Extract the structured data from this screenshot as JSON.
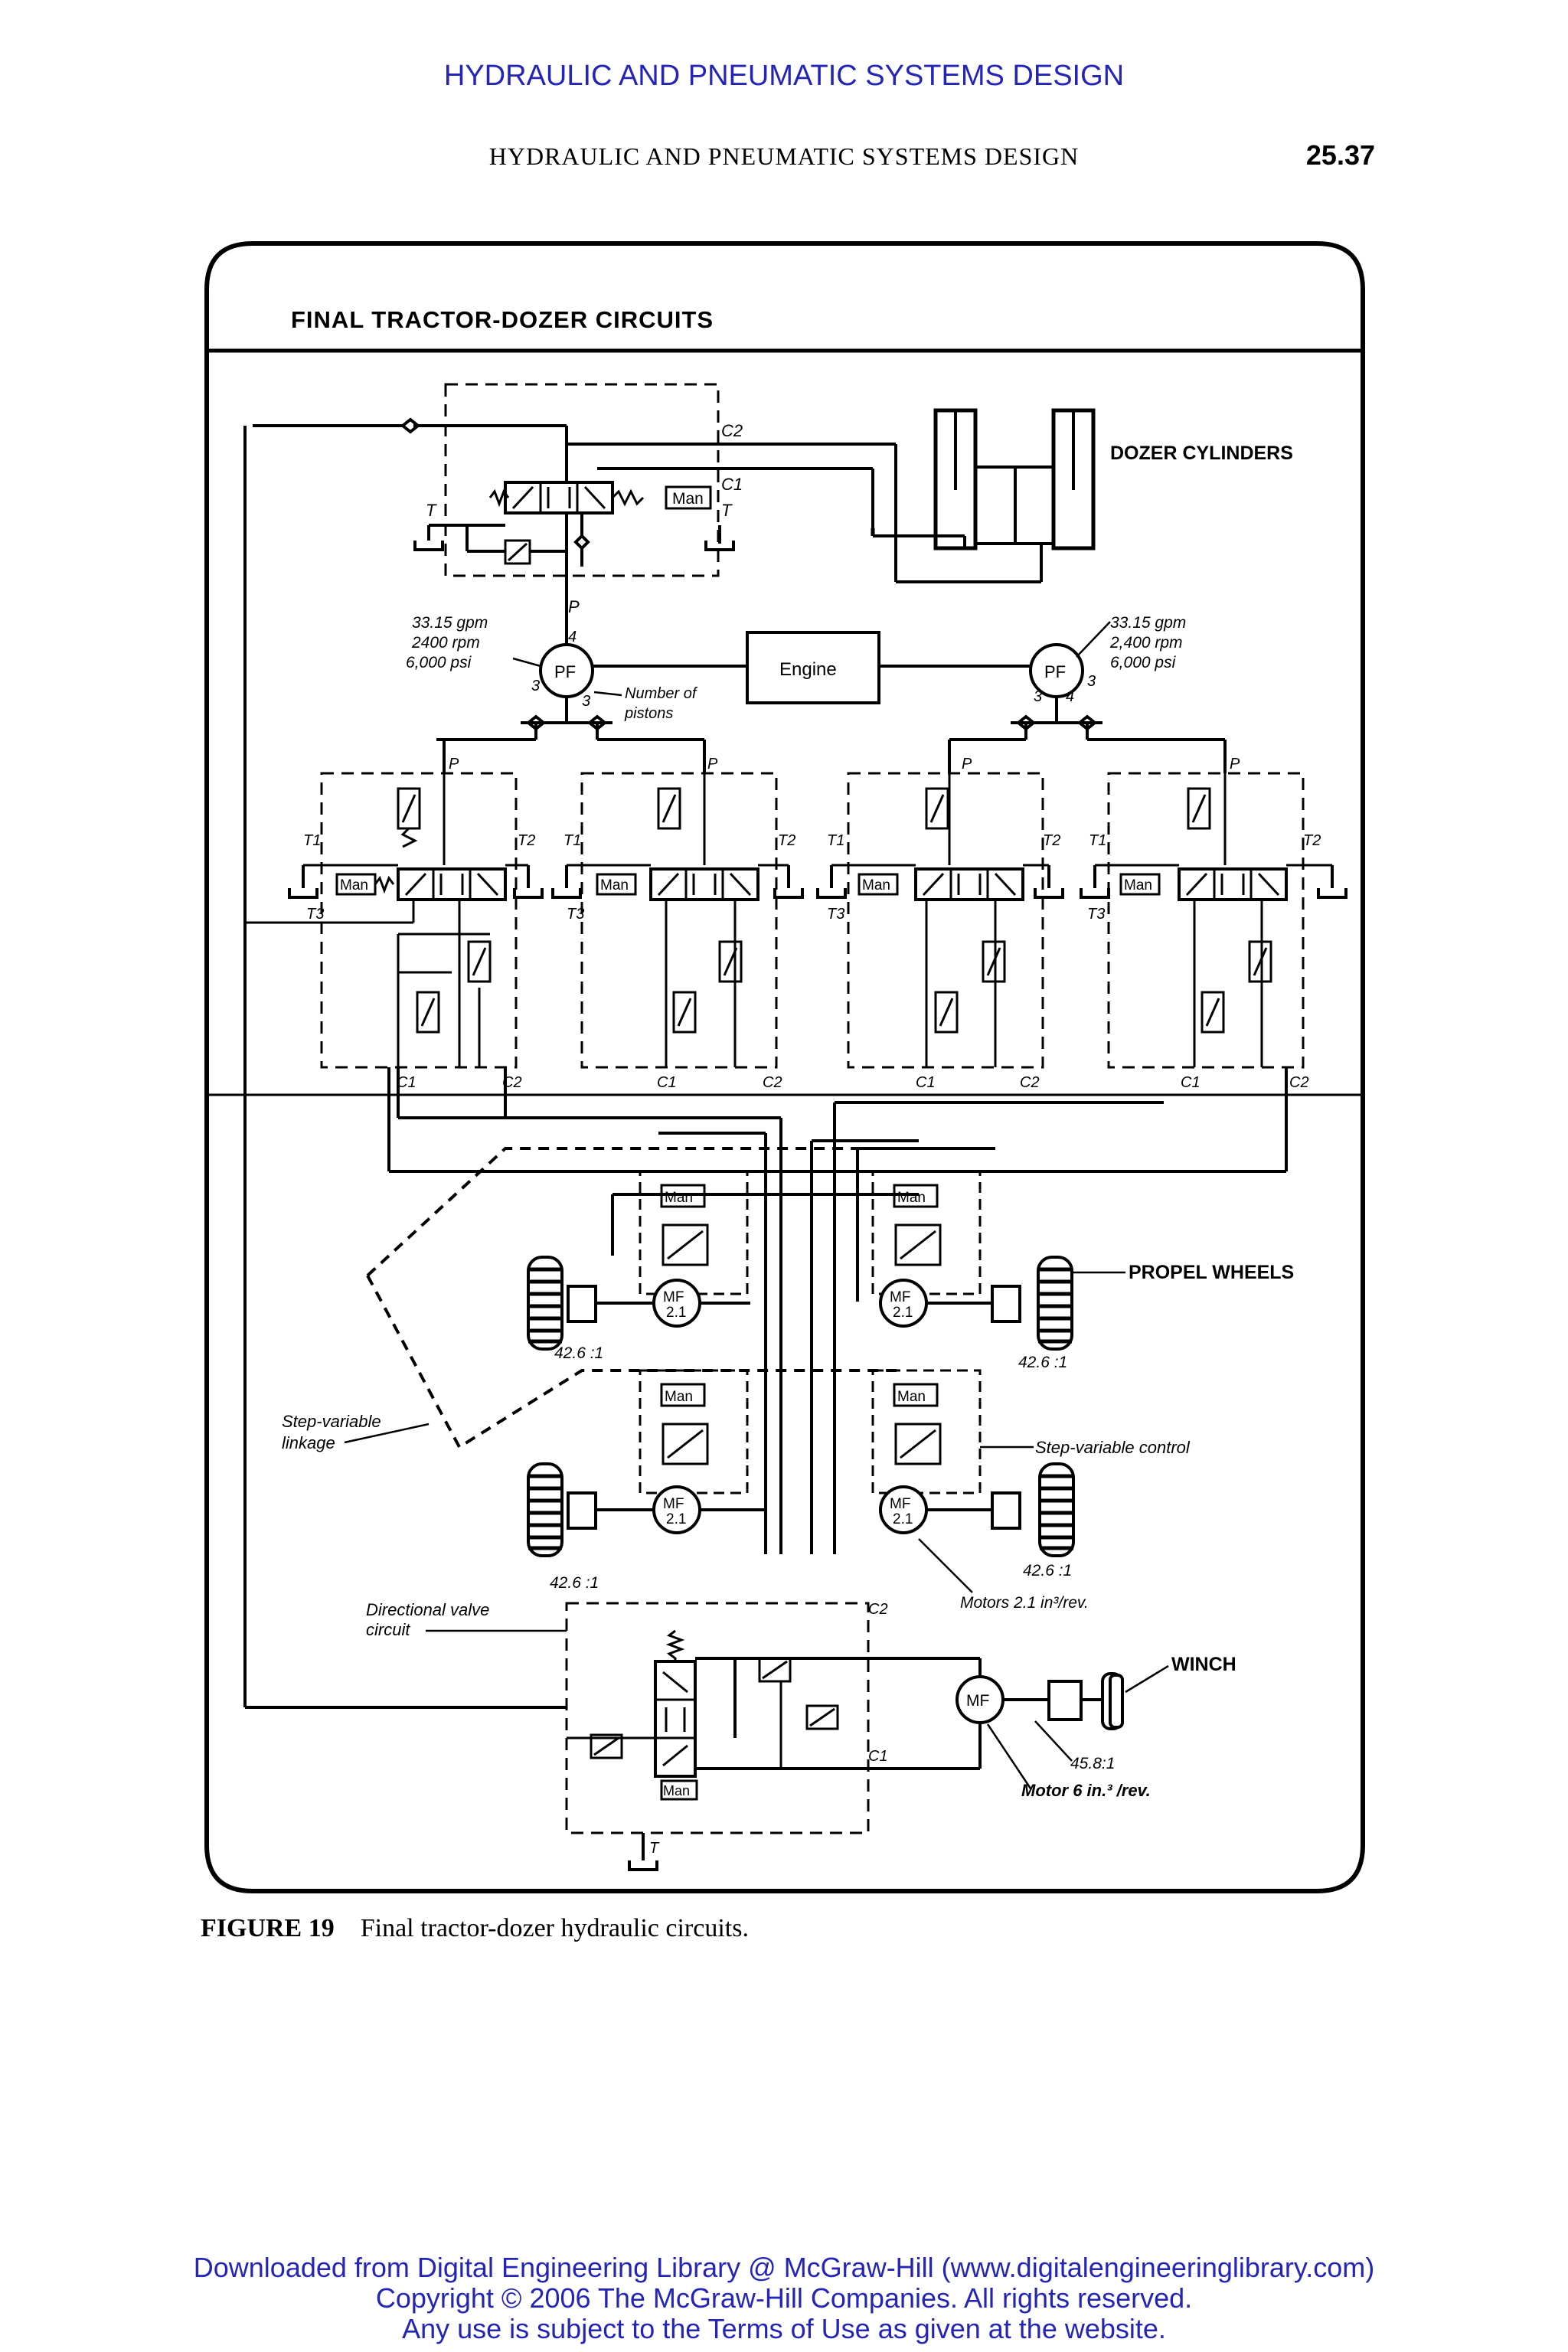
{
  "header": {
    "top_link": "HYDRAULIC AND PNEUMATIC SYSTEMS DESIGN",
    "running_title": "HYDRAULIC AND PNEUMATIC SYSTEMS DESIGN",
    "page_number": "25.37"
  },
  "figure": {
    "box_title": "FINAL TRACTOR-DOZER CIRCUITS",
    "labels": {
      "dozer_cylinders": "DOZER CYLINDERS",
      "engine": "Engine",
      "pf": "PF",
      "pump_left_flow": "33.15 gpm",
      "pump_left_rpm": "2400 rpm",
      "pump_left_psi": "6,000 psi",
      "pump_right_flow": "33.15 gpm",
      "pump_right_rpm": "2,400 rpm",
      "pump_right_psi": "6,000 psi",
      "number_of_pistons_1": "Number of",
      "number_of_pistons_2": "pistons",
      "num_3": "3",
      "num_4": "4",
      "port_c1": "C1",
      "port_c2": "C2",
      "port_t": "T",
      "port_t1": "T1",
      "port_t2": "T2",
      "port_t3": "T3",
      "port_p": "P",
      "man": "Man",
      "mf": "MF",
      "mf_disp": "2.1",
      "propel_wheels": "PROPEL WHEELS",
      "ratio_42": "42.6 :1",
      "step_linkage_1": "Step-variable",
      "step_linkage_2": "linkage",
      "step_control": "Step-variable control",
      "motors_note": "Motors 2.1 in³/rev.",
      "directional_1": "Directional valve",
      "directional_2": "circuit",
      "winch": "WINCH",
      "ratio_45": "45.8:1",
      "motor_note": "Motor 6 in.³ /rev."
    }
  },
  "caption": {
    "label": "FIGURE 19",
    "text": "Final tractor-dozer hydraulic circuits."
  },
  "footer": {
    "line1": "Downloaded from Digital Engineering Library @ McGraw-Hill (www.digitalengineeringlibrary.com)",
    "line2": "Copyright © 2006 The McGraw-Hill Companies. All rights reserved.",
    "line3": "Any use is subject to the Terms of Use as given at the website."
  }
}
